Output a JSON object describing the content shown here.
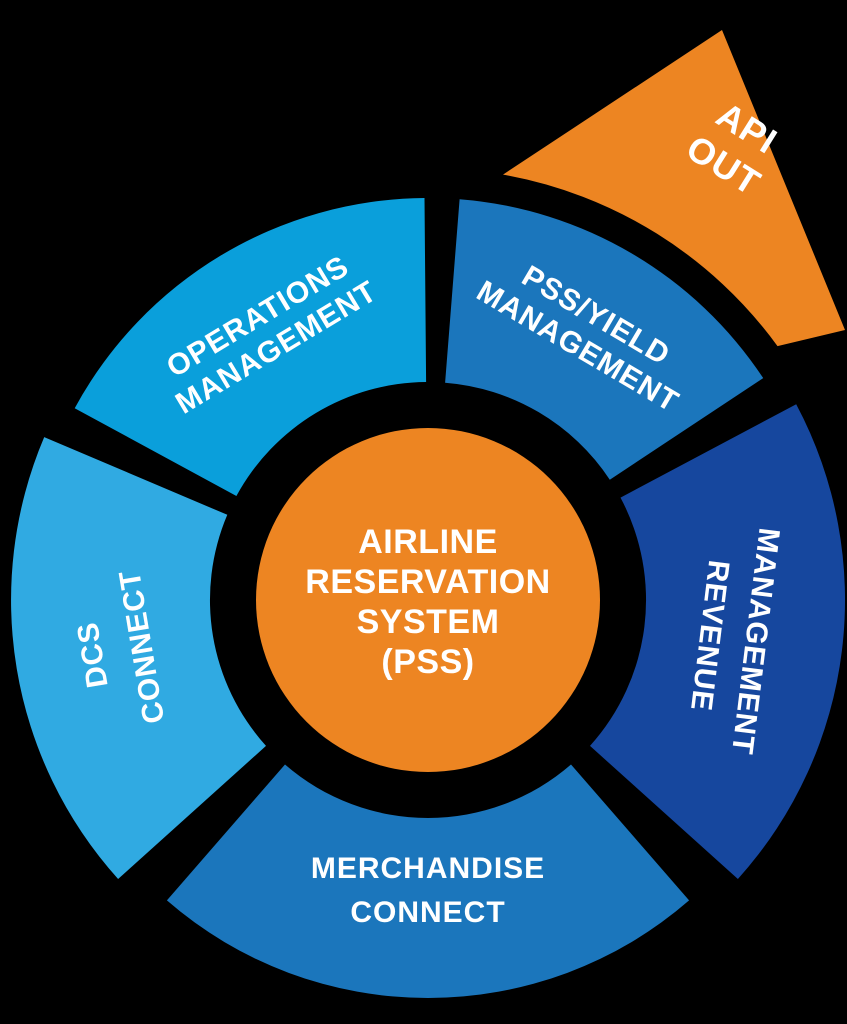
{
  "background_color": "#000000",
  "center": {
    "lines": [
      "AIRLINE",
      "RESERVATION",
      "SYSTEM",
      "(PSS)"
    ],
    "color": "#ED8522"
  },
  "segments": [
    {
      "name": "operations-management",
      "line1": "OPERATIONS",
      "line2": "MANAGEMENT",
      "color": "#0A9FDB"
    },
    {
      "name": "pss-yield-management",
      "line1": "PSS/YIELD",
      "line2": "MANAGEMENT",
      "color": "#1B76BC"
    },
    {
      "name": "revenue-management",
      "line1": "REVENUE",
      "line2": "MANAGEMENT",
      "color": "#16479E"
    },
    {
      "name": "merchandise-connect",
      "line1": "MERCHANDISE",
      "line2": "CONNECT",
      "color": "#1B76BC"
    },
    {
      "name": "dcs-connect",
      "line1": "DCS",
      "line2": "CONNECT",
      "color": "#30AAE2"
    }
  ],
  "api_out": {
    "line1": "API",
    "line2": "OUT",
    "color": "#ED8522"
  }
}
